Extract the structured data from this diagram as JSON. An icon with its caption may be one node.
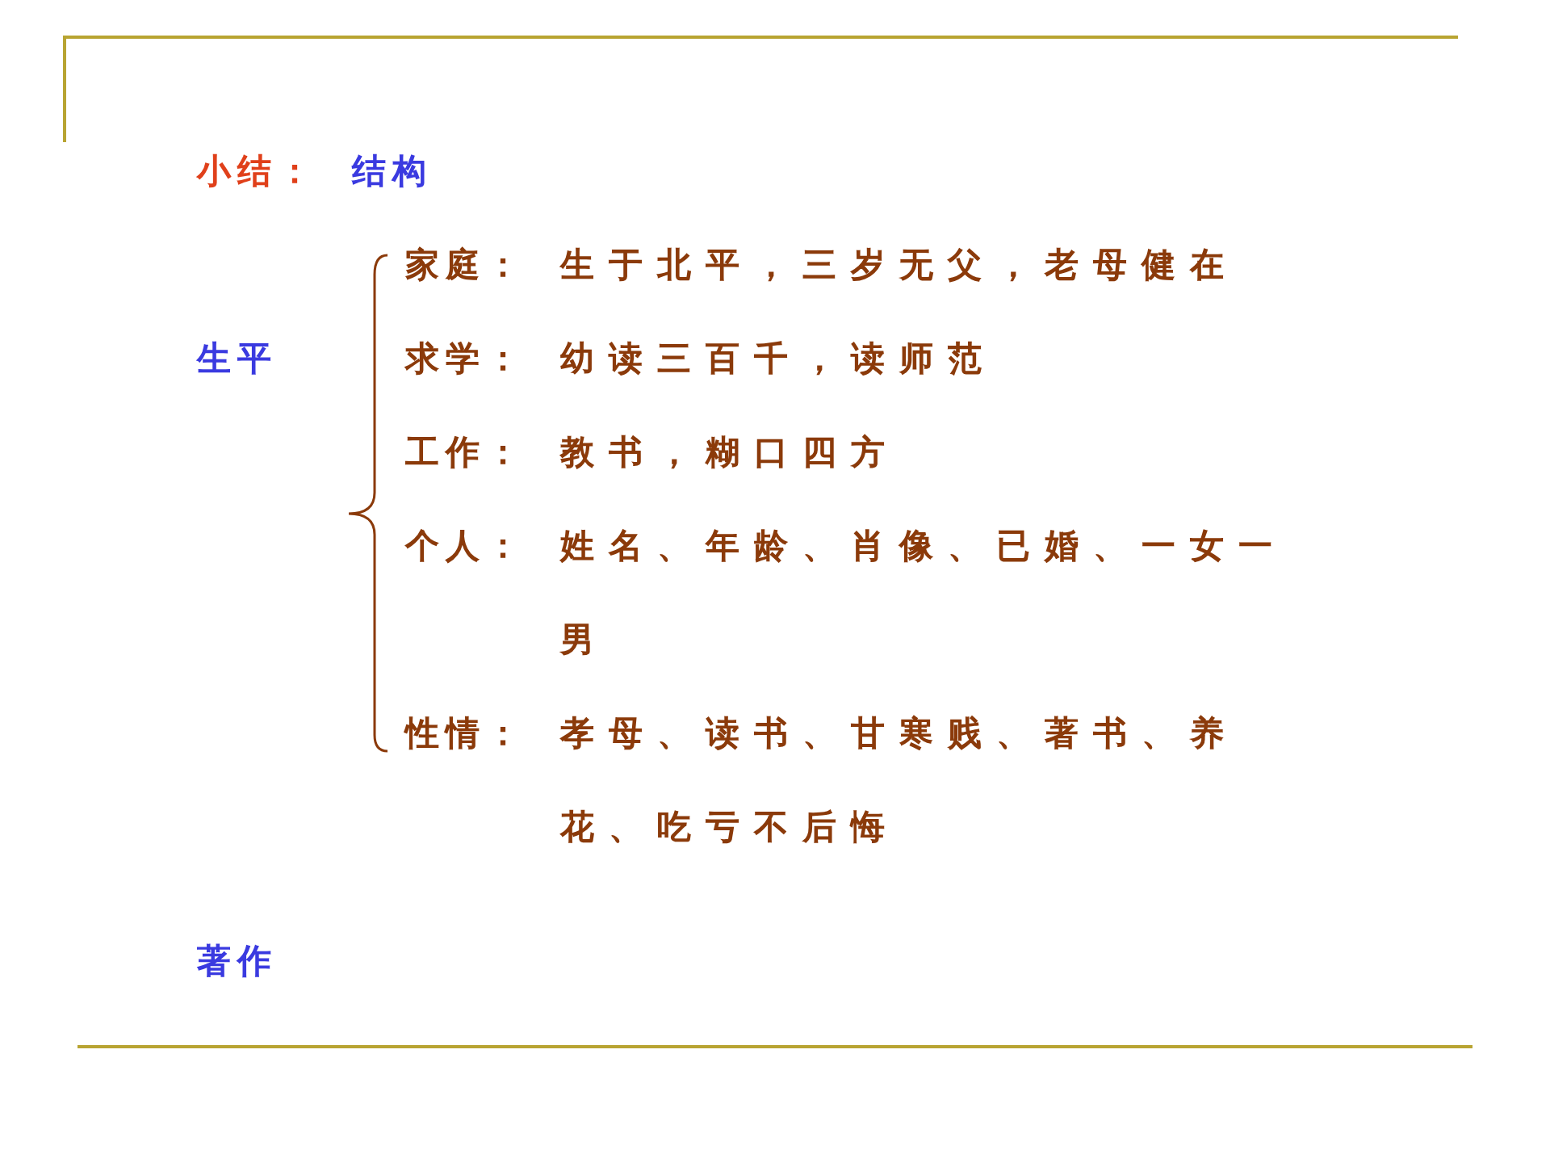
{
  "diagram": {
    "labels": [
      "小结：",
      "结构",
      "家庭：",
      "生于北平，三岁无父，老母健在",
      "生平",
      "求学：",
      "幼读三百千，读师范",
      "工作：",
      "教书，糊口四方",
      "个人：",
      "姓名、年龄、肖像、已婚、一女一男",
      "性情：",
      "孝母、读书、甘寒贱、著书、养花、吃亏不后悔",
      "著作"
    ]
  }
}
